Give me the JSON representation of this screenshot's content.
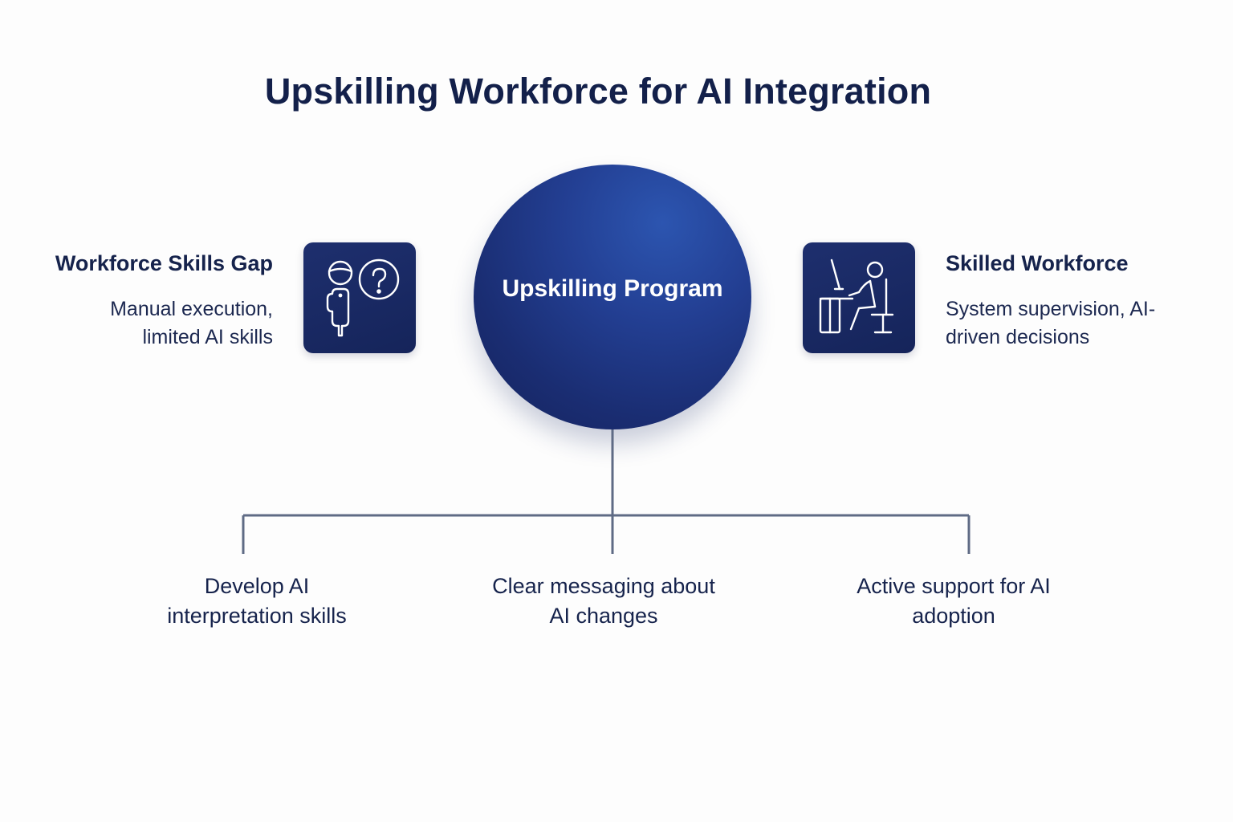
{
  "title": "Upskilling Workforce for AI Integration",
  "hub": {
    "label": "Upskilling Program"
  },
  "left": {
    "heading": "Workforce Skills Gap",
    "description_line1": "Manual execution,",
    "description_line2": "limited AI skills",
    "icon": "person-question-icon"
  },
  "right": {
    "heading": "Skilled Workforce",
    "description_line1": "System supervision, AI-",
    "description_line2": "driven decisions",
    "icon": "person-at-computer-icon"
  },
  "branches": [
    {
      "line1": "Develop AI",
      "line2": "interpretation skills"
    },
    {
      "line1": "Clear messaging about",
      "line2": "AI changes"
    },
    {
      "line1": "Active support for AI",
      "line2": "adoption"
    }
  ],
  "colors": {
    "background": "#fdfdfd",
    "text": "#15224a",
    "hub_light": "#2c55b0",
    "hub_dark": "#15225c",
    "tile": "#1b2a63",
    "connector": "#5f6b85",
    "icon_stroke": "#ffffff"
  }
}
